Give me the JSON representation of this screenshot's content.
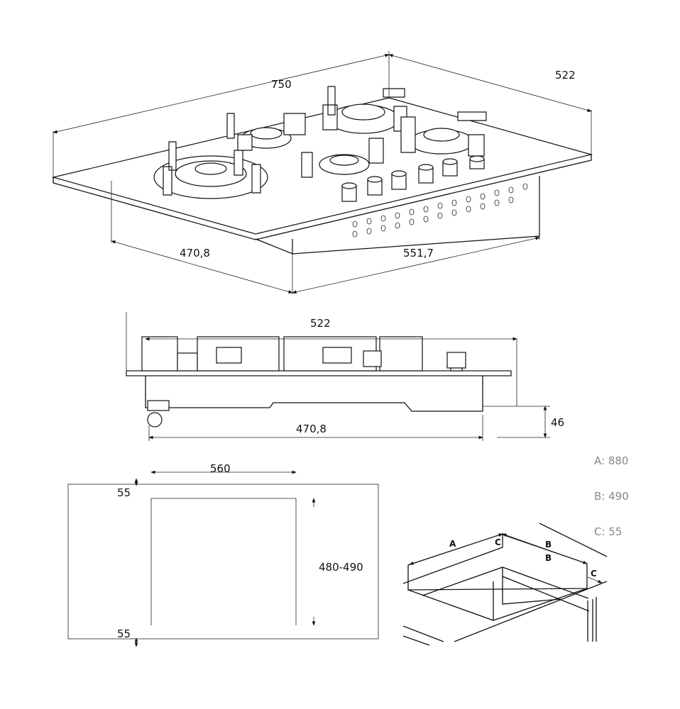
{
  "top_view": {
    "width_label": "750",
    "depth_label": "522",
    "base_depth_label": "470,8",
    "base_width_label": "551,7"
  },
  "side_view": {
    "depth_label": "522",
    "height_label": "46",
    "base_depth_label": "470,8"
  },
  "cutout_view": {
    "width_label": "560",
    "margin_top_label": "55",
    "margin_bottom_label": "55",
    "height_label": "480-490"
  },
  "legend": {
    "a": "A: 880",
    "b": "B: 490",
    "c": "C: 55"
  },
  "cabinet_view": {
    "label_a": "A",
    "label_c_top": "C",
    "label_b_1": "B",
    "label_b_2": "B",
    "label_c_right": "C"
  }
}
